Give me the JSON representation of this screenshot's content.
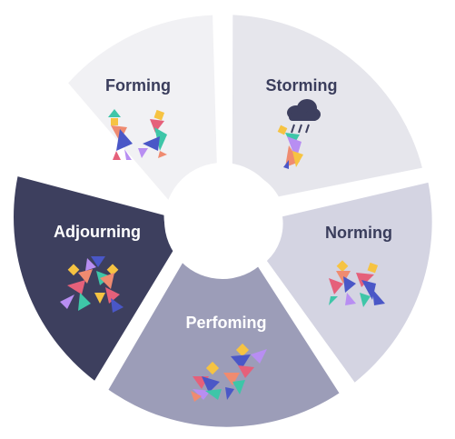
{
  "stages": [
    {
      "id": "forming",
      "label": "Forming",
      "fill": "#f1f1f4",
      "text_color": "#3a3d5c",
      "icon": "tangram-two-figures-icon"
    },
    {
      "id": "storming",
      "label": "Storming",
      "fill": "#e6e6ec",
      "text_color": "#3a3d5c",
      "icon": "tangram-figure-under-rain-cloud-icon"
    },
    {
      "id": "norming",
      "label": "Norming",
      "fill": "#d4d4e2",
      "text_color": "#3a3d5c",
      "icon": "tangram-two-figures-together-icon"
    },
    {
      "id": "perfoming",
      "label": "Perfoming",
      "fill": "#9c9db8",
      "text_color": "#ffffff",
      "icon": "tangram-figures-carrying-icon"
    },
    {
      "id": "adjourning",
      "label": "Adjourning",
      "fill": "#3d3f5e",
      "text_color": "#ffffff",
      "icon": "tangram-figures-celebrating-icon"
    }
  ],
  "center_fill": "#ffffff"
}
